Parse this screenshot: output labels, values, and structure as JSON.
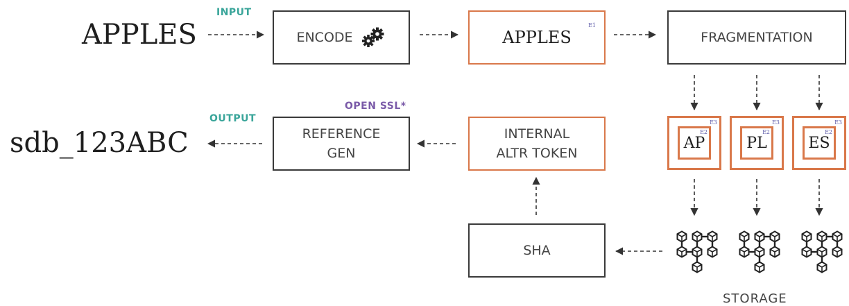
{
  "input": {
    "value": "APPLES",
    "label": "INPUT"
  },
  "output": {
    "value": "sdb_123ABC",
    "label": "OUTPUT"
  },
  "nodes": {
    "encode": {
      "label": "ENCODE",
      "icon": "gears-icon"
    },
    "encoded_value": {
      "label": "APPLES",
      "tag": "E1"
    },
    "fragmentation": {
      "label": "FRAGMENTATION"
    },
    "fragments": [
      {
        "label": "AP",
        "inner_tag": "E2",
        "outer_tag": "E3"
      },
      {
        "label": "PL",
        "inner_tag": "E2",
        "outer_tag": "E3"
      },
      {
        "label": "ES",
        "inner_tag": "E2",
        "outer_tag": "E3"
      }
    ],
    "reference_gen": {
      "line1": "REFERENCE",
      "line2": "GEN",
      "annotation": "OPEN SSL*"
    },
    "internal_token": {
      "line1": "INTERNAL",
      "line2": "ALTR TOKEN"
    },
    "sha": {
      "label": "SHA"
    },
    "storage": {
      "label": "STORAGE",
      "icon": "blockchain-icon",
      "count": 3
    }
  },
  "colors": {
    "accent_orange": "#d9784a",
    "input_output_green": "#3aa59a",
    "annotation_purple": "#7a5aa8",
    "box_border": "#3a3a3a"
  }
}
